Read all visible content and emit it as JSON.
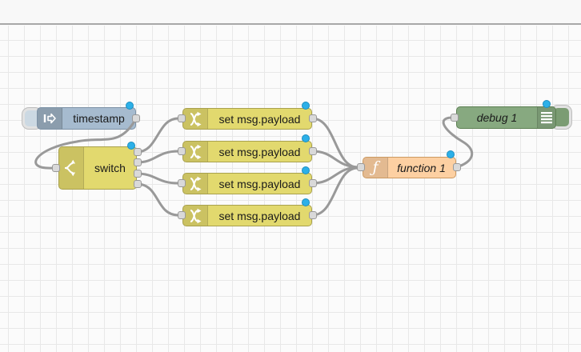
{
  "editor": {
    "type": "node-red-flow-canvas",
    "canvas_bg": "#fbfbfb",
    "grid_color": "#e8e8e8",
    "header_bg": "#f8f8f8",
    "header_border": "#a8a8a8",
    "wire_color": "#999999",
    "port_fill": "#d9d9d9",
    "port_border": "#999999",
    "changed_dot_color": "#2cb0e8",
    "label_color": "#1a1a1a"
  },
  "nodes": {
    "timestamp": {
      "label": "timestamp",
      "type": "inject",
      "fill": "#a6bbcf",
      "border": "#7d92a6",
      "icon": "inject-arrow-icon",
      "has_button": true,
      "changed": true
    },
    "switch": {
      "label": "switch",
      "type": "switch",
      "fill": "#e2d96e",
      "border": "#a9a14d",
      "icon": "fork-icon",
      "outputs": 4,
      "changed": true
    },
    "change": {
      "label": "set msg.payload",
      "type": "change",
      "fill": "#e2d96e",
      "border": "#a9a14d",
      "icon": "shuffle-icon",
      "count": 4,
      "changed": true
    },
    "function": {
      "label": "function 1",
      "type": "function",
      "fill": "#fdd0a2",
      "border": "#cc9a62",
      "icon": "function-glyph-icon",
      "icon_glyph": "ƒ",
      "changed": true
    },
    "debug": {
      "label": "debug 1",
      "type": "debug",
      "fill": "#87a980",
      "border": "#5c7f52",
      "icon": "debug-list-icon",
      "has_button": true,
      "changed": true
    }
  },
  "wires": [
    {
      "from": "timestamp",
      "to": "switch"
    },
    {
      "from": "switch:output-1",
      "to": "change-1"
    },
    {
      "from": "switch:output-2",
      "to": "change-2"
    },
    {
      "from": "switch:output-3",
      "to": "change-3"
    },
    {
      "from": "switch:output-4",
      "to": "change-4"
    },
    {
      "from": "change-1",
      "to": "function-1"
    },
    {
      "from": "change-2",
      "to": "function-1"
    },
    {
      "from": "change-3",
      "to": "function-1"
    },
    {
      "from": "change-4",
      "to": "function-1"
    },
    {
      "from": "function-1",
      "to": "debug-1"
    }
  ]
}
